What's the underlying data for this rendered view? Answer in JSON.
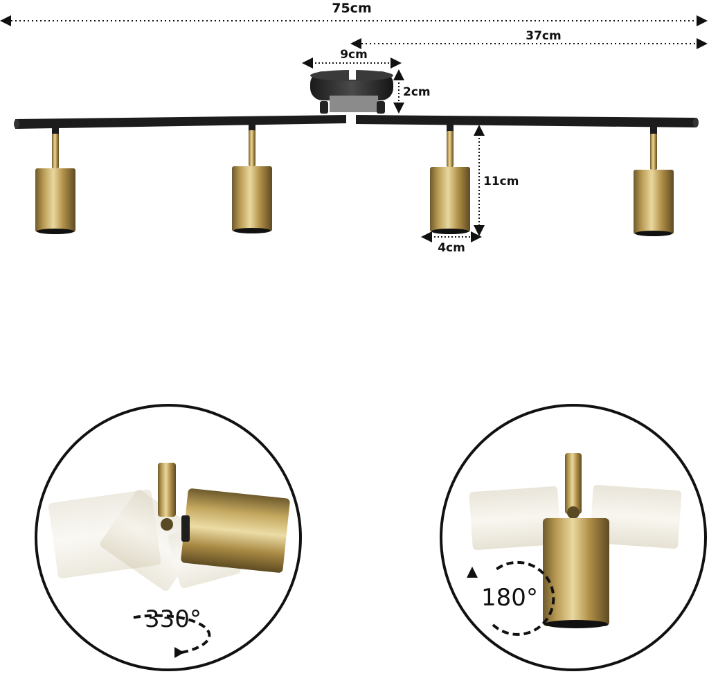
{
  "dimensions": {
    "total_length": "75cm",
    "half_length": "37cm",
    "base_diameter": "9cm",
    "base_height": "2cm",
    "spot_height": "11cm",
    "spot_diameter": "4cm"
  },
  "rotation": {
    "horizontal": "330°",
    "vertical": "180°"
  },
  "colors": {
    "bar": "#1c1c1c",
    "brass": "#b89a52",
    "brass_light": "#e7d49a",
    "brass_dark": "#7d6530",
    "dim_line": "#111111"
  }
}
